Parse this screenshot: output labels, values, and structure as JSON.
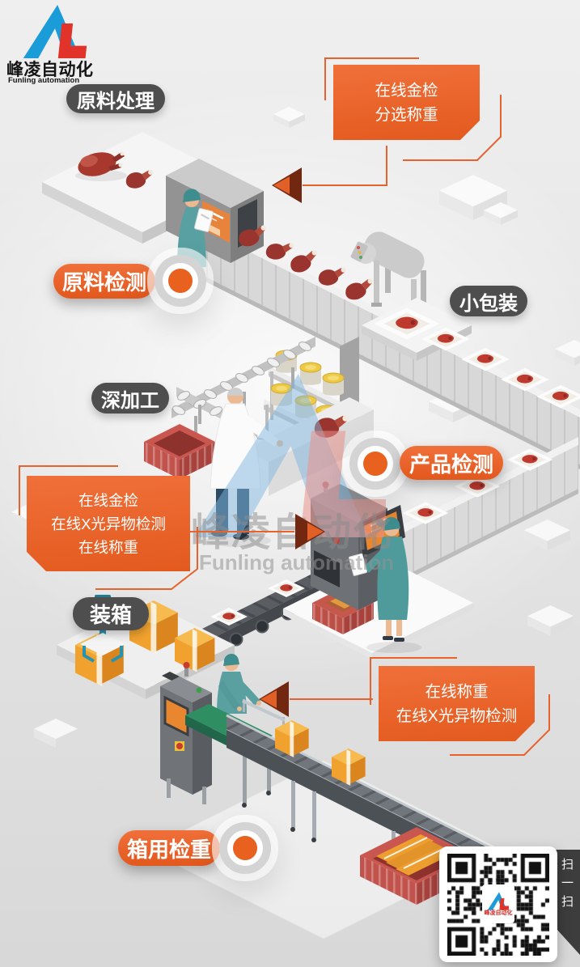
{
  "brand": {
    "cn": "峰凌自动化",
    "en": "Funling automation"
  },
  "watermark": {
    "cn": "峰凌自动化",
    "en": "Funling automation"
  },
  "labels": {
    "raw_processing": "原料处理",
    "raw_inspection": "原料检测",
    "small_packaging": "小包装",
    "deep_processing": "深加工",
    "product_inspection": "产品检测",
    "boxing": "装箱",
    "case_checkweigh": "箱用检重"
  },
  "callouts": {
    "top": {
      "lines": [
        "在线金检",
        "分选称重"
      ]
    },
    "left": {
      "lines": [
        "在线金检",
        "在线X光异物检测",
        "在线称重"
      ]
    },
    "right": {
      "lines": [
        "在线称重",
        "在线X光异物检测"
      ]
    }
  },
  "qr": {
    "scan": "扫一扫"
  },
  "colors": {
    "accent": "#E8622D",
    "label_dark": "#4E4E4E",
    "arrow_dark": "#722711"
  }
}
